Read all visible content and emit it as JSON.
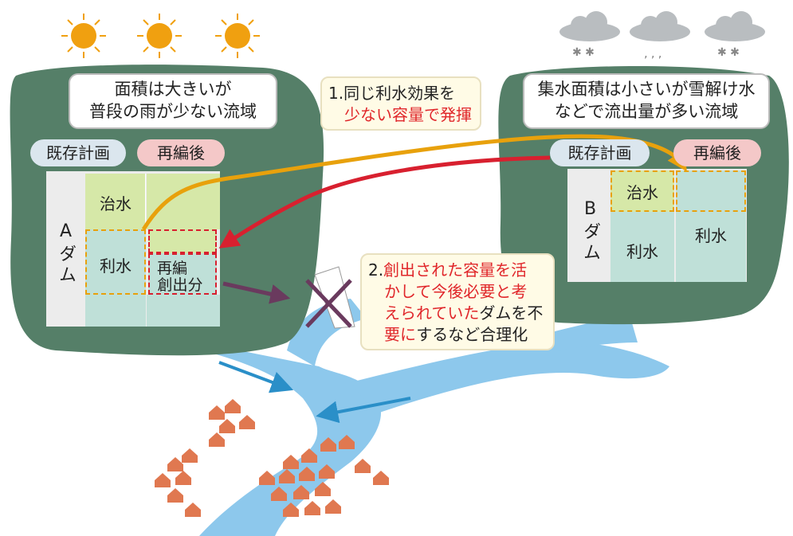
{
  "callout_left": {
    "line1": "面積は大きいが",
    "line2": "普段の雨が少ない流域"
  },
  "callout_right": {
    "line1": "集水面積は小さいが雪解け水",
    "line2": "などで流出量が多い流域"
  },
  "note1": {
    "line1": "1.同じ利水効果を",
    "line2": "少ない容量で発揮"
  },
  "note2": {
    "line1_a": "2.",
    "line1_b": "創出された容量を活",
    "line2": "かして今後必要と考",
    "line3_a": "えられていた",
    "line3_b": "ダムを不",
    "line4_a": "要に",
    "line4_b": "するなど合理化"
  },
  "left_panel": {
    "existing_label": "既存計画",
    "reorg_label": "再編後",
    "dam_label": "Aダム",
    "flood_control": "治水",
    "water_use": "利水",
    "created_line1": "再編",
    "created_line2": "創出分"
  },
  "right_panel": {
    "existing_label": "既存計画",
    "reorg_label": "再編後",
    "dam_label": "Bダム",
    "flood_control": "治水",
    "water_use_existing": "利水",
    "water_use_reorg": "利水"
  },
  "colors": {
    "land": "#557f68",
    "river": "#8dc8ec",
    "flood": "#d6e8a8",
    "water": "#bfe0d8",
    "arrow_orange": "#e8a10c",
    "arrow_red": "#d8202f",
    "arrow_purple": "#6a3a5e",
    "house": "#e07850",
    "sun": "#f0a010",
    "cloud": "#b9bdc0"
  },
  "icons": [
    "sun-icon",
    "cloud-icon",
    "house-icon",
    "cross-icon"
  ]
}
